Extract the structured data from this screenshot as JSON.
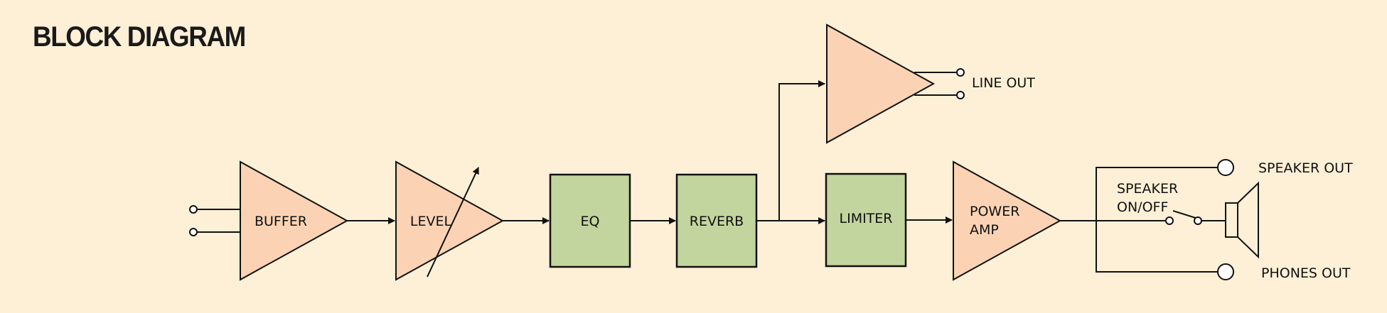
{
  "title": "BLOCK DIAGRAM",
  "blocks": {
    "buffer": "BUFFER",
    "level": "LEVEL",
    "eq": "EQ",
    "reverb": "REVERB",
    "limiter": "LIMITER",
    "power_amp_line1": "POWER",
    "power_amp_line2": "AMP"
  },
  "outputs": {
    "line_out": "LINE OUT",
    "speaker_out": "SPEAKER OUT",
    "phones_out": "PHONES OUT"
  },
  "switch": {
    "line1": "SPEAKER",
    "line2": "ON/OFF"
  },
  "colors": {
    "background": "#fdf0d6",
    "amplifier_fill": "#fbd3b4",
    "processor_fill": "#c2d59e"
  }
}
